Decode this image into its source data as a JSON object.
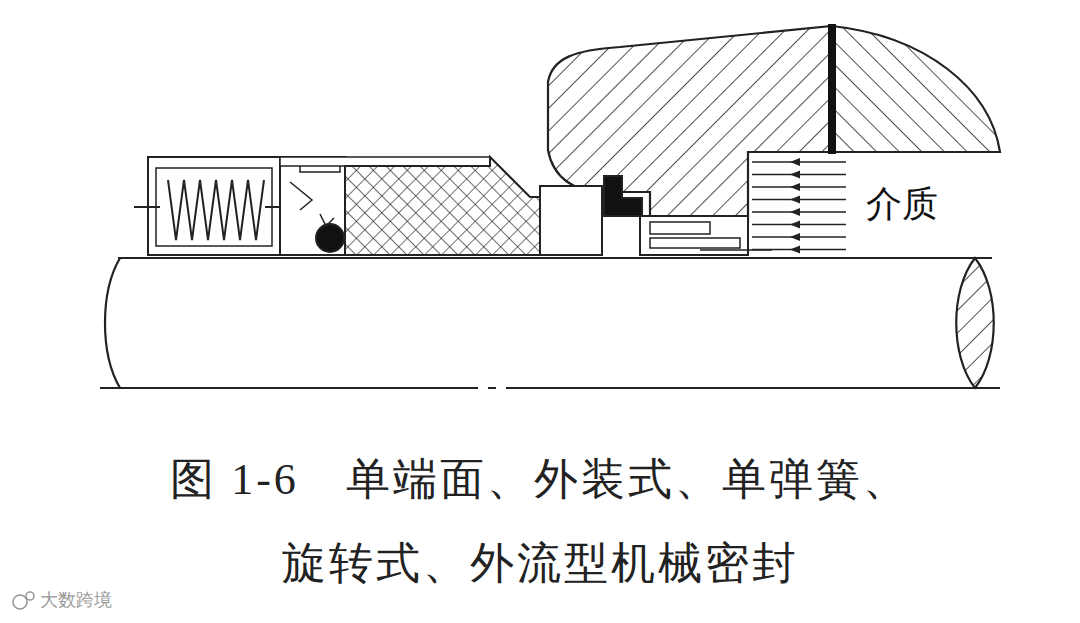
{
  "diagram": {
    "caption": "图 1-6　单端面、外装式、单弹簧、 旋转式、外流型机械密封",
    "labels": [
      "介质",
      "大数跨境"
    ]
  }
}
